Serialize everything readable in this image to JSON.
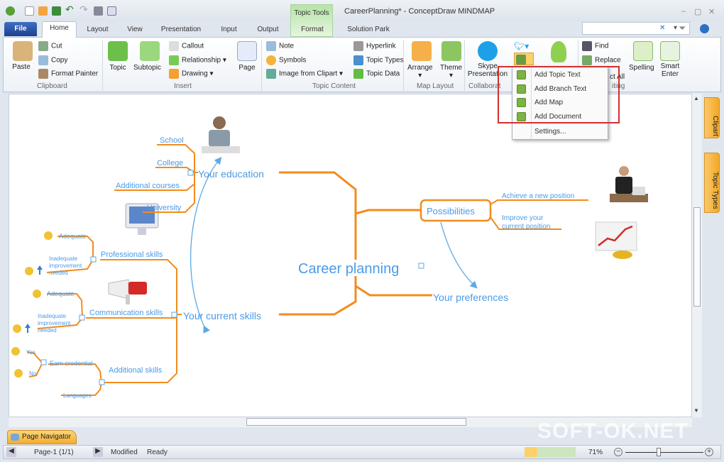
{
  "window": {
    "title": "CareerPlanning* - ConceptDraw MINDMAP",
    "context_tab_group": "Topic Tools",
    "minimize": "–",
    "restore": "▢",
    "close": "✕"
  },
  "tabs": {
    "file": "File",
    "home": "Home",
    "layout": "Layout",
    "view": "View",
    "presentation": "Presentation",
    "input": "Input",
    "output": "Output",
    "format": "Format",
    "solution_park": "Solution Park"
  },
  "search": {
    "value": "",
    "clear": "✕",
    "dropdown": "▾"
  },
  "ribbon": {
    "clipboard": {
      "label": "Clipboard",
      "paste": "Paste",
      "cut": "Cut",
      "copy": "Copy",
      "format_painter": "Format Painter"
    },
    "insert": {
      "label": "Insert",
      "topic": "Topic",
      "subtopic": "Subtopic",
      "callout": "Callout",
      "relationship": "Relationship",
      "drawing": "Drawing",
      "page": "Page"
    },
    "topic_content": {
      "label": "Topic Content",
      "note": "Note",
      "symbols": "Symbols",
      "image_from_clipart": "Image from Clipart",
      "hyperlink": "Hyperlink",
      "topic_types": "Topic Types",
      "topic_data": "Topic Data"
    },
    "map_layout": {
      "label": "Map Layout",
      "arrange": "Arrange",
      "theme": "Theme"
    },
    "collaborate": {
      "label": "Collaborat",
      "skype": "Skype",
      "presentation": "Presentation"
    },
    "editing": {
      "label": "iting",
      "find": "Find",
      "replace": "Replace",
      "select_all": "ct All",
      "spelling": "Spelling",
      "smart": "Smart",
      "enter": "Enter"
    }
  },
  "dropdown_menu": {
    "items": [
      "Add Topic Text",
      "Add Branch Text",
      "Add Map",
      "Add Document"
    ],
    "settings": "Settings..."
  },
  "side_panels": [
    "Clipart",
    "Topic Types"
  ],
  "map": {
    "central": "Career planning",
    "education": {
      "label": "Your education",
      "items": [
        "School",
        "College",
        "Additional courses",
        "University"
      ]
    },
    "skills": {
      "label": "Your current skills",
      "professional": {
        "label": "Professional skills",
        "adequate": "Adequate",
        "inadequate": [
          "Inadequate",
          "improvement",
          "needed"
        ]
      },
      "communication": {
        "label": "Communication skills",
        "adequate": "Adequate",
        "inadequate": [
          "Inadequate",
          "improvement",
          "needed"
        ]
      },
      "additional": {
        "label": "Additional skills",
        "earn": "Earn credential",
        "yes": "Yes",
        "no": "No",
        "languages": "Languages"
      }
    },
    "possibilities": {
      "label": "Possibilities",
      "items": [
        "Achieve a new position",
        "Improve your",
        "current position"
      ]
    },
    "preferences": "Your preferences",
    "line_color": "#f28c1e",
    "text_color": "#4a9be8"
  },
  "page_navigator": "Page Navigator",
  "status": {
    "page": "Page-1 (1/1)",
    "modified": "Modified",
    "ready": "Ready",
    "zoom": "71%"
  },
  "watermark": "SOFT-OK.NET"
}
